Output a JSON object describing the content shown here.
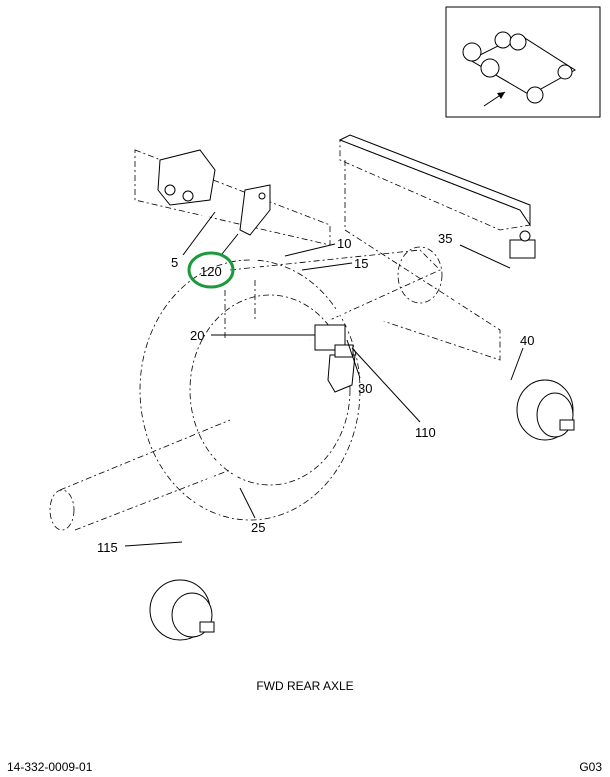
{
  "callouts": {
    "c5": "5",
    "c120": "120",
    "c10": "10",
    "c15": "15",
    "c35": "35",
    "c20": "20",
    "c40": "40",
    "c30": "30",
    "c110": "110",
    "c25": "25",
    "c115": "115"
  },
  "highlight_color": "#1a9a3a",
  "caption": "FWD REAR AXLE",
  "document_number": "14-332-0009-01",
  "figure_code": "G03"
}
